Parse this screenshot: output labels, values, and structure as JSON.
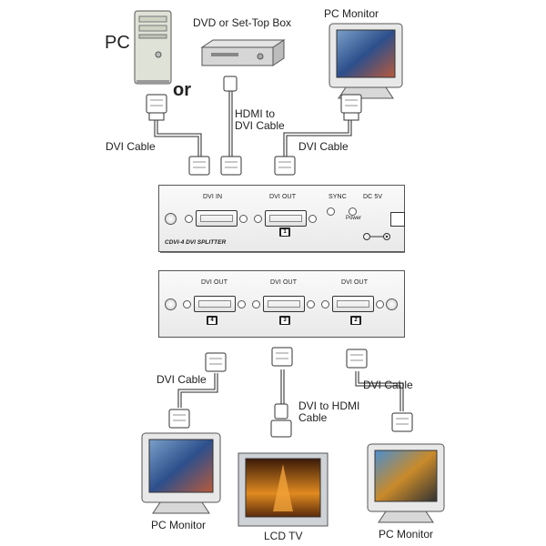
{
  "source_labels": {
    "pc": "PC",
    "or": "or",
    "dvd": "DVD or Set-Top Box",
    "pc_monitor_top": "PC Monitor"
  },
  "cable_labels": {
    "dvi_cable_left": "DVI Cable",
    "hdmi_to_dvi_line1": "HDMI to",
    "hdmi_to_dvi_line2": "DVI Cable",
    "dvi_cable_right": "DVI Cable",
    "dvi_cable_bottom_left": "DVI Cable",
    "dvi_to_hdmi_line1": "DVI to HDMI",
    "dvi_to_hdmi_line2": "Cable",
    "dvi_cable_bottom_right": "DVI Cable"
  },
  "front_panel": {
    "dvi_in": "DVI IN",
    "dvi_out": "DVI OUT",
    "sync": "SYNC",
    "dc_5v": "DC 5V",
    "power": "Power",
    "model": "CDVI-4 DVI SPLITTER",
    "port_badge": "1"
  },
  "rear_panel": {
    "ports": [
      {
        "label": "DVI OUT",
        "badge": "4"
      },
      {
        "label": "DVI OUT",
        "badge": "3"
      },
      {
        "label": "DVI OUT",
        "badge": "2"
      }
    ]
  },
  "display_labels": {
    "pc_monitor_left": "PC Monitor",
    "lcd_tv": "LCD TV",
    "pc_monitor_right": "PC Monitor"
  }
}
